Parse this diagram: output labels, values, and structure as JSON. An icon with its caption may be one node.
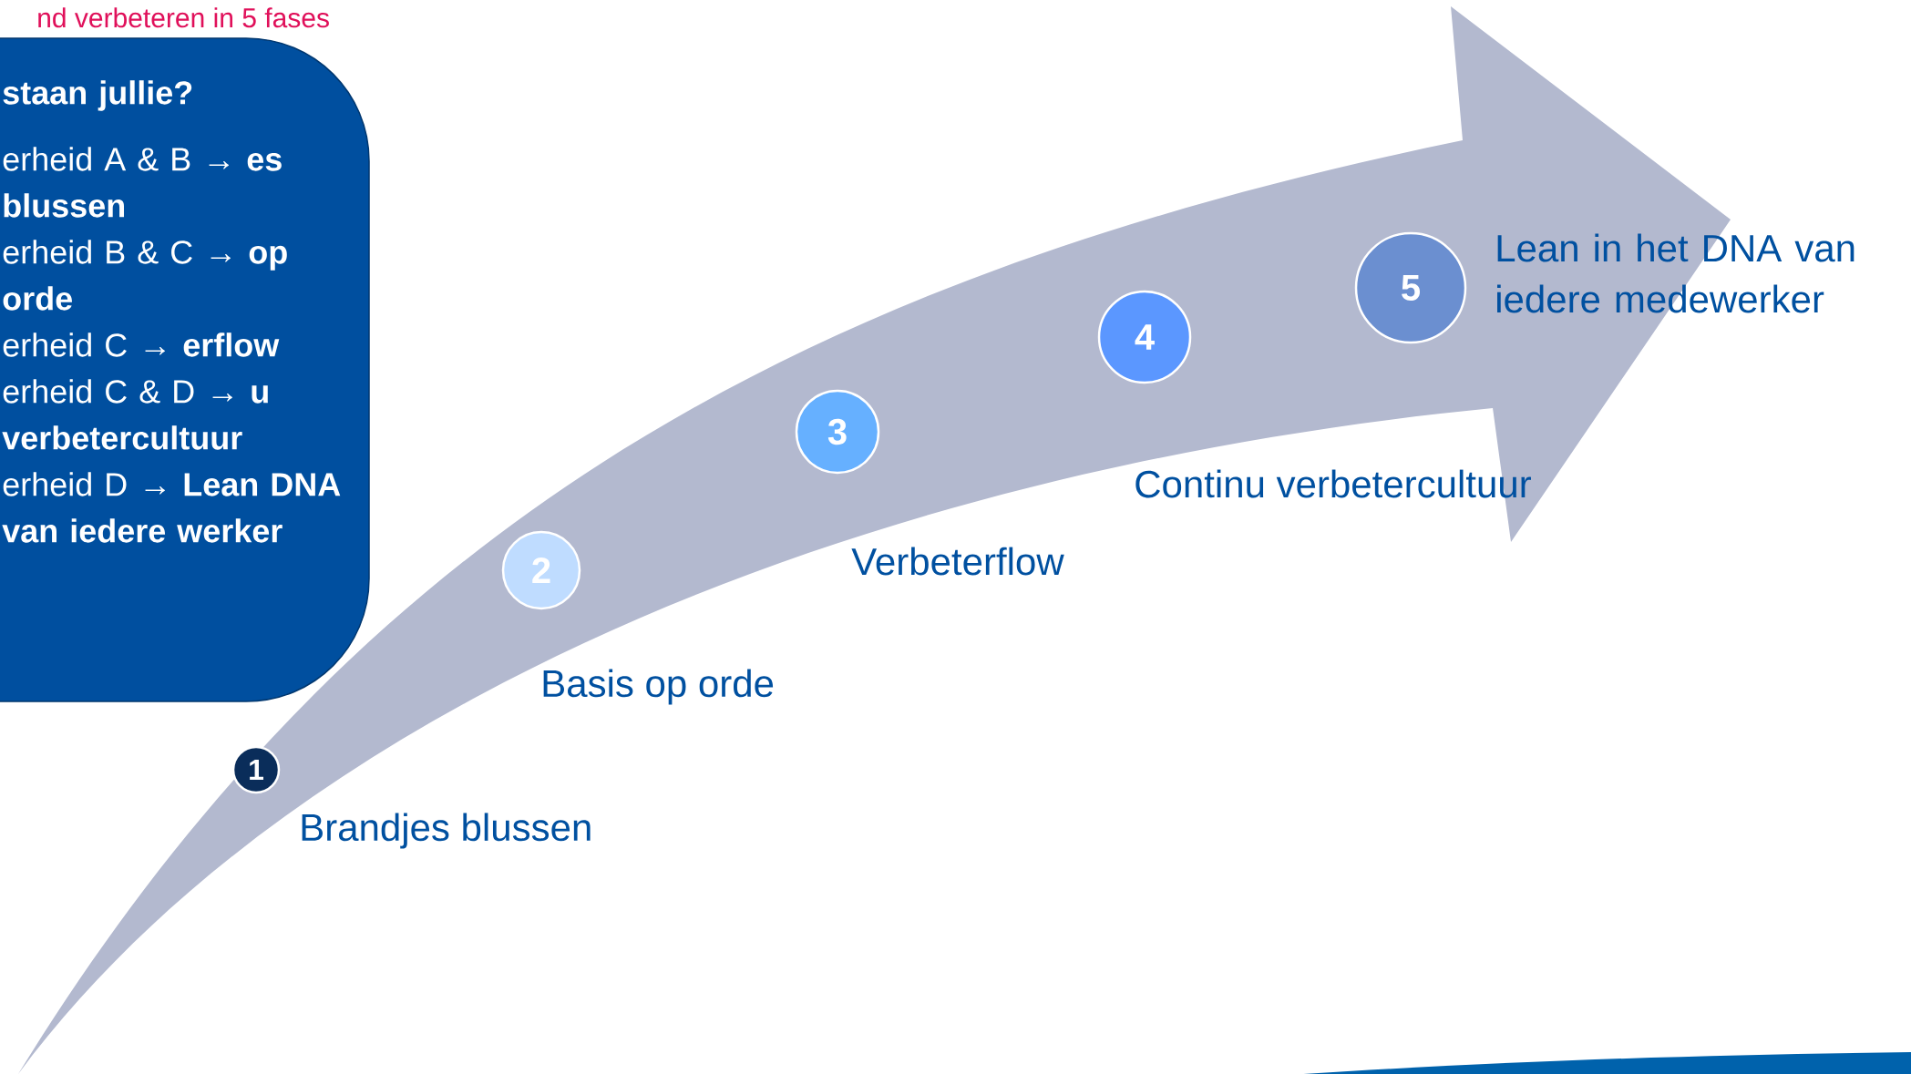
{
  "diagram": {
    "title": "nd verbeteren in 5 fases",
    "nodes": [
      {
        "text": [
          "staan jullie?",
          "erheid A & B → **es blussen**",
          "erheid B & C → **op orde**",
          "erheid C → **erflow**",
          "erheid C & D → **u verbetercultuur**",
          "erheid D → **Lean DNA van iedere werker**"
        ]
      },
      {
        "text": [
          "1"
        ],
        "beside": [
          "Brandjes blussen"
        ]
      },
      {
        "text": [
          "2"
        ],
        "beside": [
          "Basis op orde"
        ]
      },
      {
        "text": [
          "3"
        ],
        "beside": [
          "Verbeterflow"
        ]
      },
      {
        "text": [
          "4"
        ],
        "beside": [
          "Continu verbetercultuur"
        ]
      },
      {
        "text": [
          "5"
        ],
        "beside": [
          "Lean in het DNA van iedere medewerker"
        ]
      }
    ]
  }
}
